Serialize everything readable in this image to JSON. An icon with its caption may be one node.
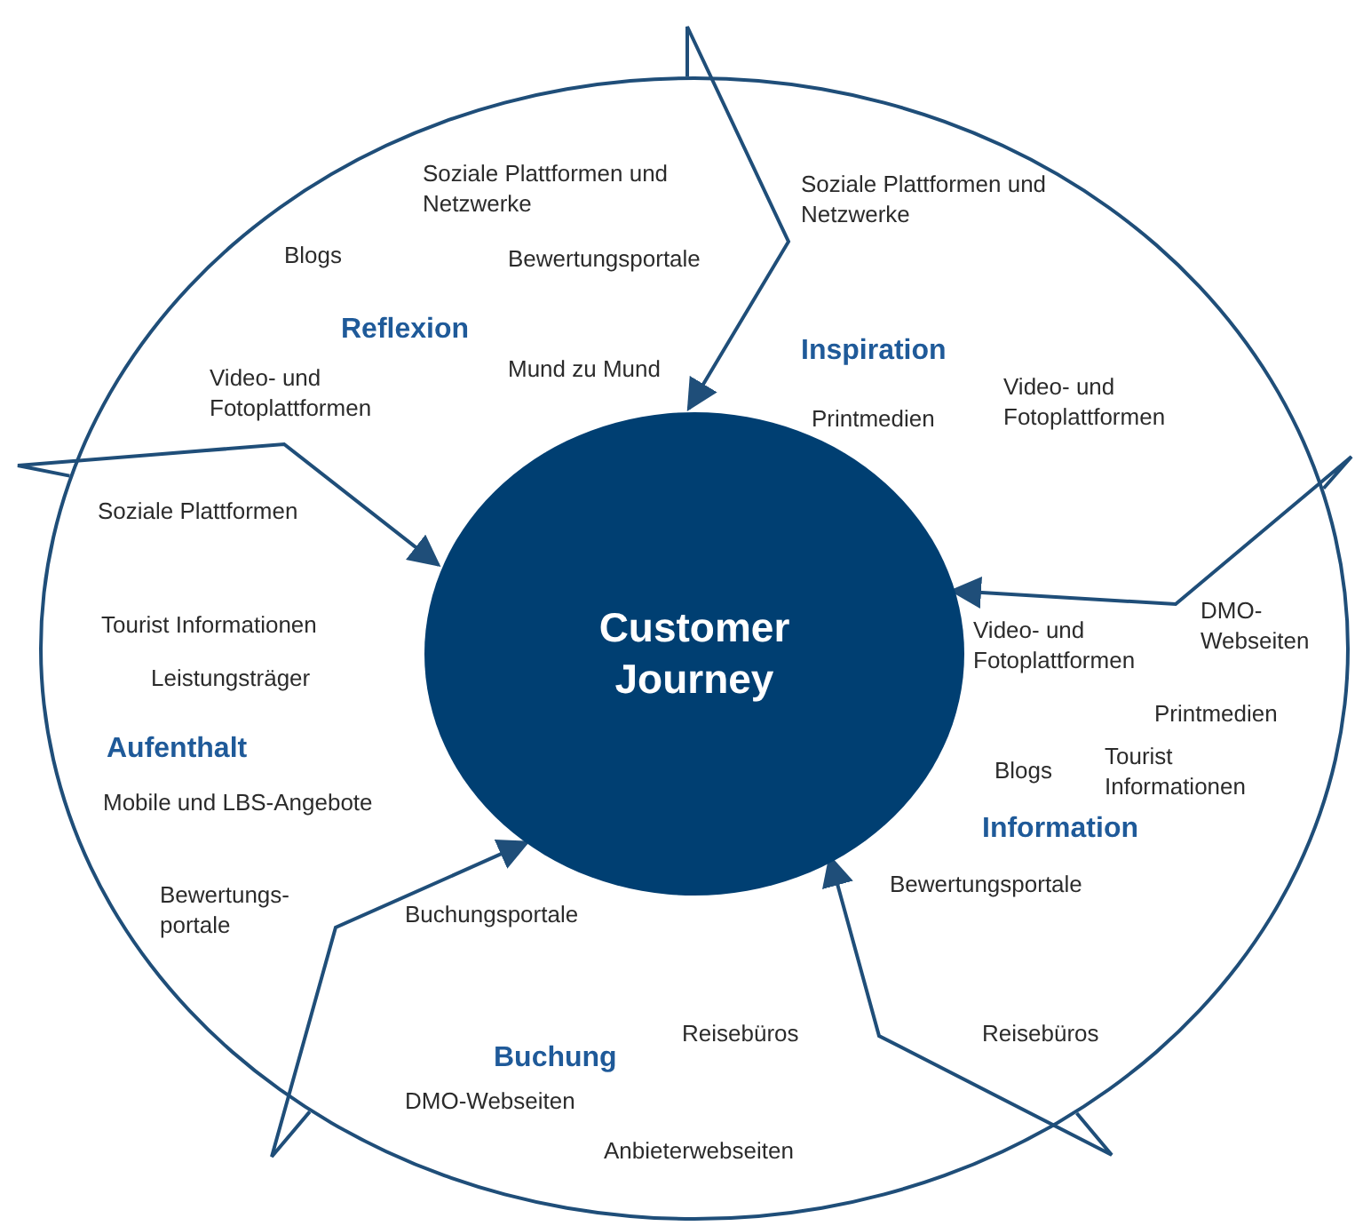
{
  "diagram": {
    "nodes": [
      {
        "text": [],
        "shape": "circle"
      },
      {
        "text": [
          "Customer Journey"
        ],
        "in": 0
      }
    ],
    "edges": [
      {
        "from": 0,
        "to": 1,
        "arrow": "to"
      },
      {
        "from": 0,
        "to": 1,
        "arrow": "to"
      },
      {
        "from": 0,
        "to": 1,
        "arrow": "to"
      },
      {
        "from": 0,
        "to": 1,
        "arrow": "to"
      },
      {
        "from": 0,
        "to": 1,
        "arrow": "to"
      }
    ],
    "labels": [
      "Soziale Plattformen und Netzwerke",
      "Blogs",
      "Bewertungsportale",
      "Reflexion",
      "Mund zu Mund",
      "Video- und Fotoplattformen",
      "Soziale Plattformen und Netzwerke",
      "Inspiration",
      "Printmedien",
      "Video- und Fotoplattformen",
      "Soziale Plattformen",
      "Tourist Informationen",
      "Leistungsträger",
      "Aufenthalt",
      "Mobile und LBS-Angebote",
      "Bewertungs- portale",
      "Video- und Fotoplattformen",
      "DMO- Webseiten",
      "Printmedien",
      "Blogs",
      "Tourist Informationen",
      "Information",
      "Bewertungsportale",
      "Reisebüros",
      "Buchungsportale",
      "Reisebüros",
      "Buchung",
      "DMO-Webseiten",
      "Anbieterwebseiten"
    ]
  }
}
